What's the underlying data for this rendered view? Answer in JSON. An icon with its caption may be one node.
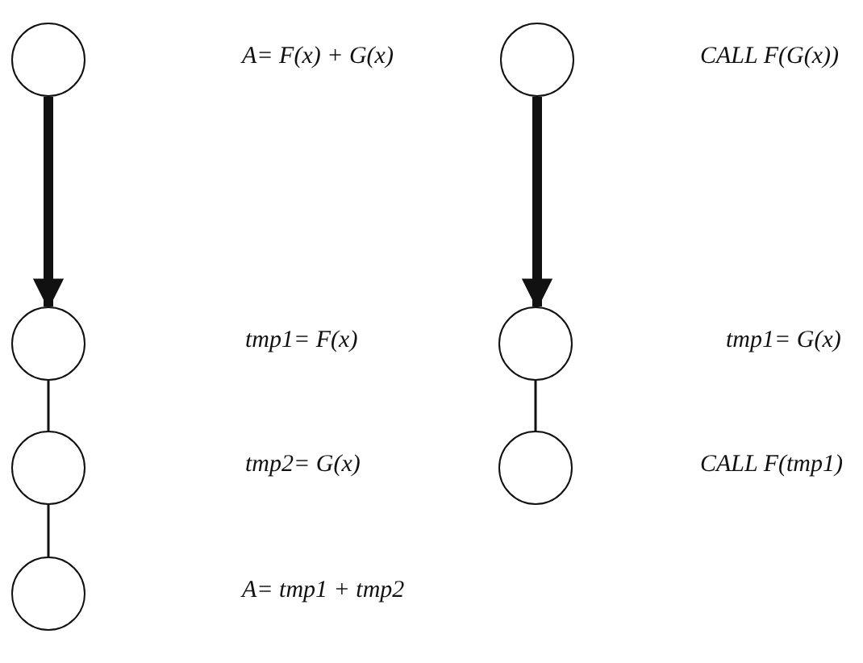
{
  "diagram": {
    "nodes": [
      {
        "text": [],
        "shape": "circle"
      },
      {
        "text": [],
        "shape": "circle"
      },
      {
        "text": [],
        "shape": "circle"
      },
      {
        "text": [],
        "shape": "circle"
      },
      {
        "text": [],
        "shape": "circle"
      },
      {
        "text": [],
        "shape": "circle"
      },
      {
        "text": [],
        "shape": "circle"
      }
    ],
    "edges": [
      {
        "from": 0,
        "to": 2,
        "arrow": "to",
        "style": "thick"
      },
      {
        "from": 1,
        "to": 3,
        "arrow": "to",
        "style": "thick"
      },
      {
        "from": 2,
        "to": 4,
        "arrow": "none"
      },
      {
        "from": 4,
        "to": 6,
        "arrow": "none"
      },
      {
        "from": 3,
        "to": 5,
        "arrow": "none"
      }
    ],
    "labels": [
      "A= F(x) + G(x)",
      "CALL F(G(x))",
      "tmp1= F(x)",
      "tmp1= G(x)",
      "tmp2= G(x)",
      "CALL F(tmp1)",
      "A= tmp1 + tmp2"
    ]
  }
}
